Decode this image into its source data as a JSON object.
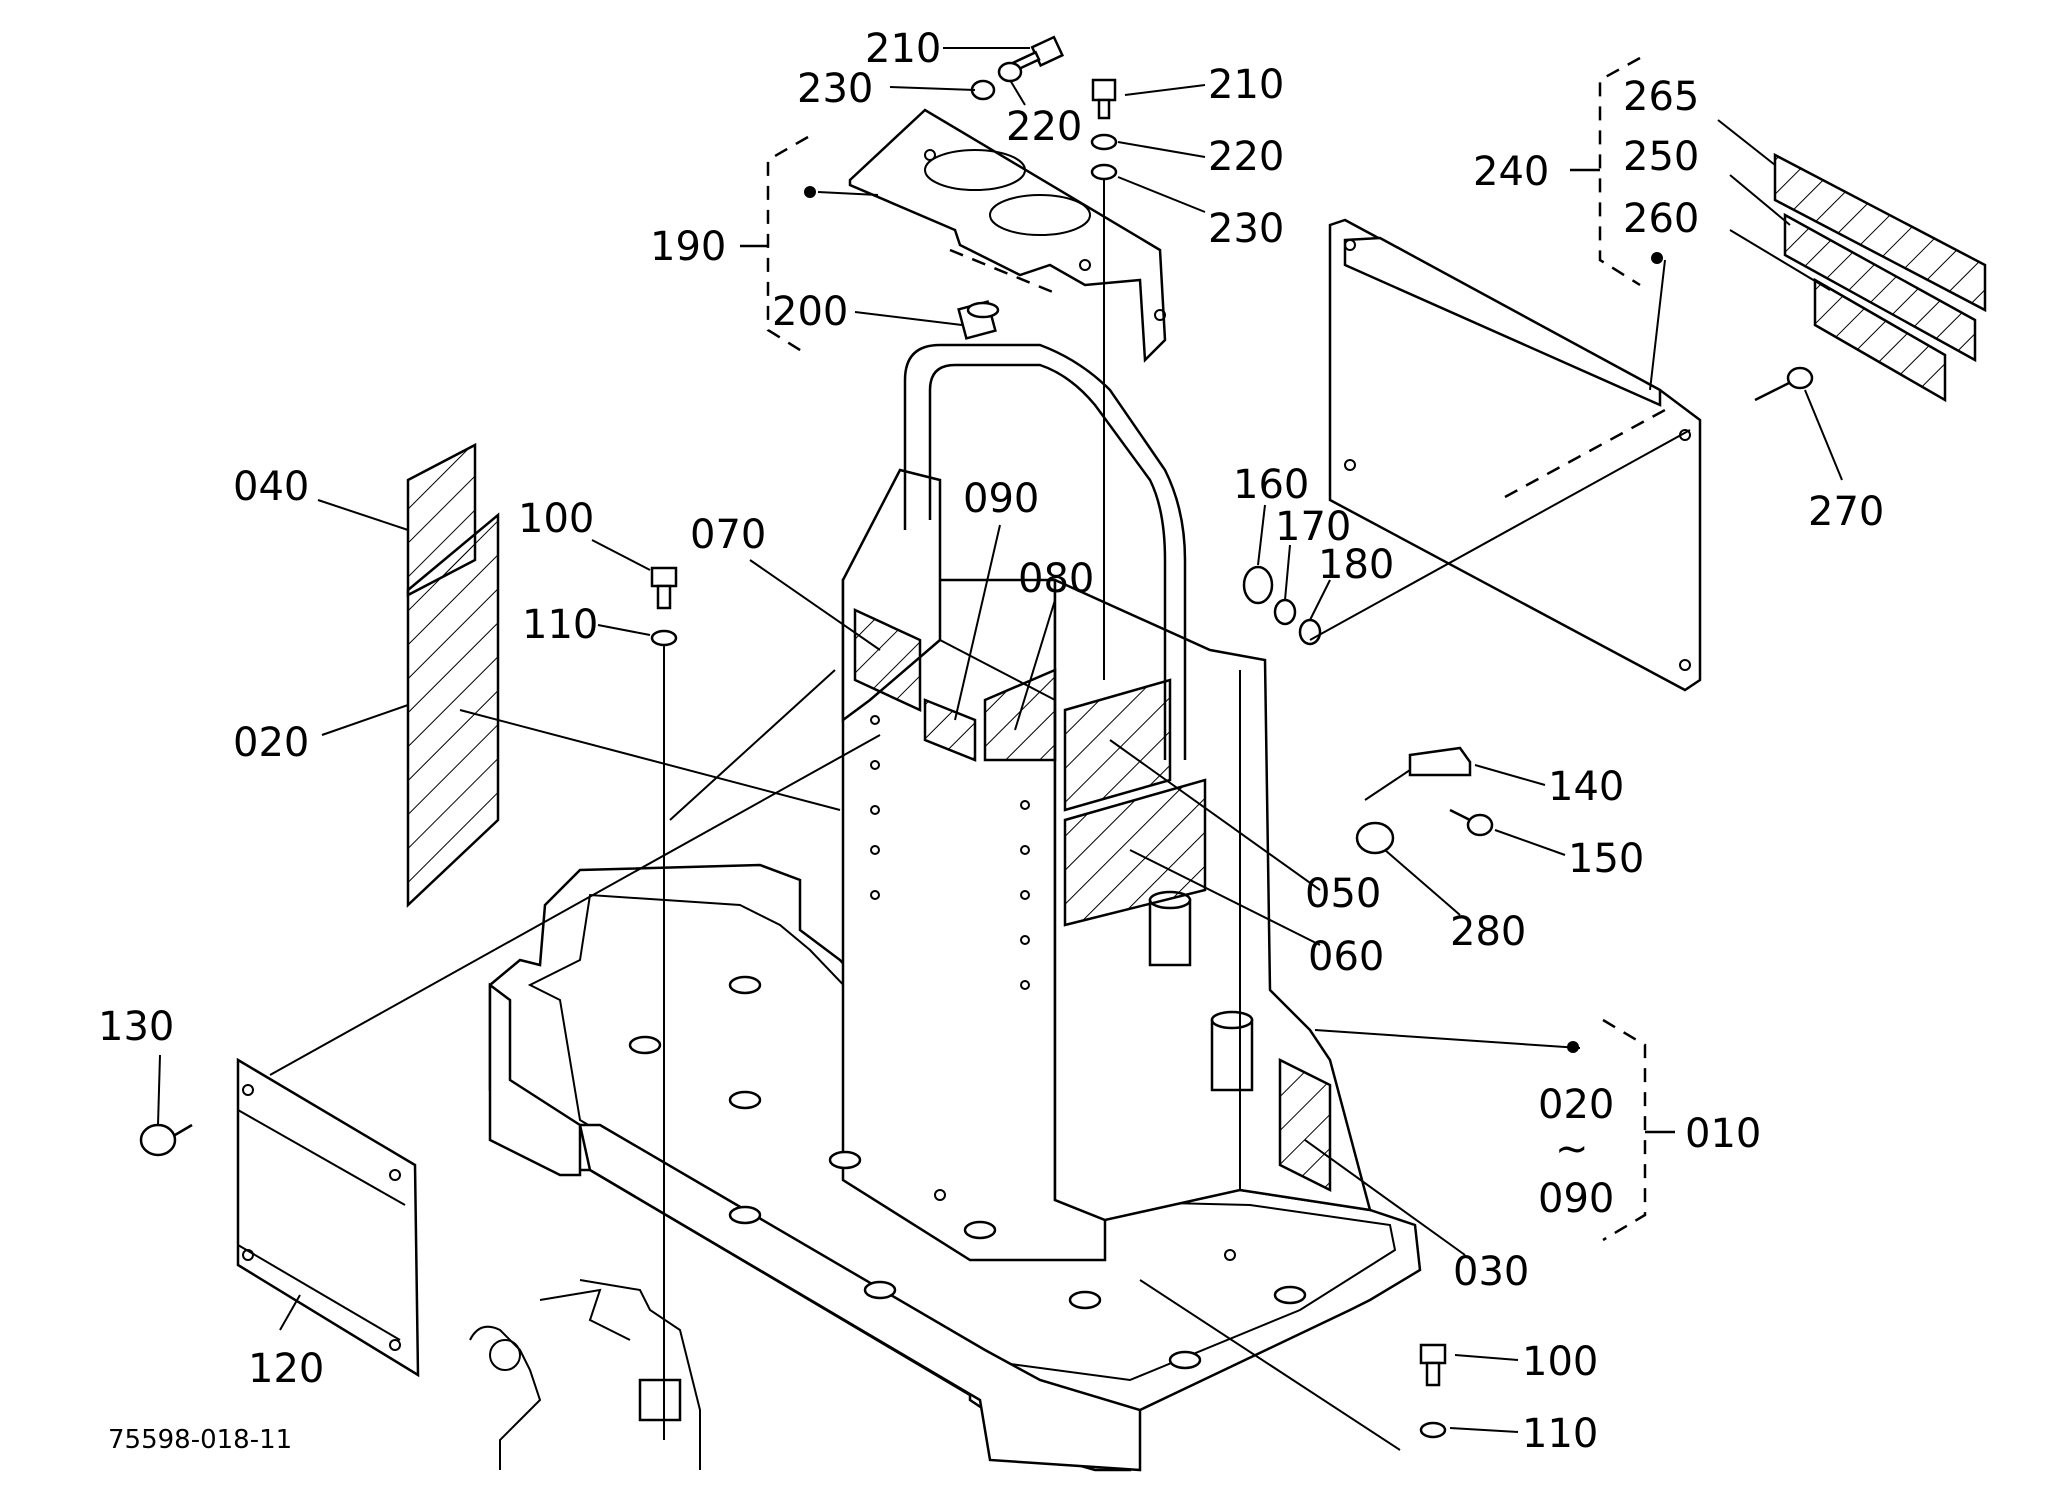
{
  "figure_code": "75598-018-11",
  "range_separator": "~",
  "parts": [
    {
      "id": "p210a",
      "label": "210"
    },
    {
      "id": "p230a",
      "label": "230"
    },
    {
      "id": "p220a",
      "label": "220"
    },
    {
      "id": "p210b",
      "label": "210"
    },
    {
      "id": "p220b",
      "label": "220"
    },
    {
      "id": "p230b",
      "label": "230"
    },
    {
      "id": "p190",
      "label": "190"
    },
    {
      "id": "p200",
      "label": "200"
    },
    {
      "id": "p240",
      "label": "240"
    },
    {
      "id": "p265",
      "label": "265"
    },
    {
      "id": "p250",
      "label": "250"
    },
    {
      "id": "p260",
      "label": "260"
    },
    {
      "id": "p270",
      "label": "270"
    },
    {
      "id": "p040",
      "label": "040"
    },
    {
      "id": "p020a",
      "label": "020"
    },
    {
      "id": "p100a",
      "label": "100"
    },
    {
      "id": "p110a",
      "label": "110"
    },
    {
      "id": "p070",
      "label": "070"
    },
    {
      "id": "p090",
      "label": "090"
    },
    {
      "id": "p080",
      "label": "080"
    },
    {
      "id": "p160",
      "label": "160"
    },
    {
      "id": "p170",
      "label": "170"
    },
    {
      "id": "p180",
      "label": "180"
    },
    {
      "id": "p140",
      "label": "140"
    },
    {
      "id": "p150",
      "label": "150"
    },
    {
      "id": "p050",
      "label": "050"
    },
    {
      "id": "p280",
      "label": "280"
    },
    {
      "id": "p060",
      "label": "060"
    },
    {
      "id": "p130",
      "label": "130"
    },
    {
      "id": "p120",
      "label": "120"
    },
    {
      "id": "p020b",
      "label": "020"
    },
    {
      "id": "p090b",
      "label": "090"
    },
    {
      "id": "p010",
      "label": "010"
    },
    {
      "id": "p030",
      "label": "030"
    },
    {
      "id": "p100b",
      "label": "100"
    },
    {
      "id": "p110b",
      "label": "110"
    }
  ]
}
